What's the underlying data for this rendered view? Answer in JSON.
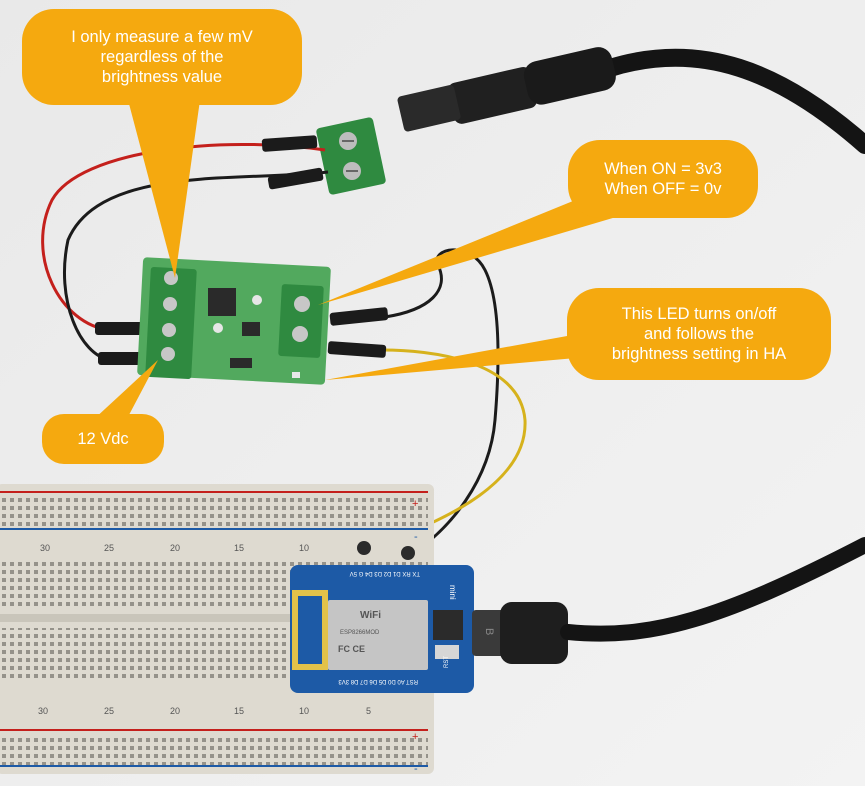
{
  "callouts": {
    "measure": "I only measure a few mV\nregardless of the\nbrightness value",
    "on_off": "When ON = 3v3\nWhen OFF = 0v",
    "led": "This LED turns on/off\nand follows the\nbrightness setting in HA",
    "vdc": "12 Vdc"
  },
  "board_labels": {
    "wifi": "WiFi",
    "esp": "ESP8266MOD",
    "fcc": "FC CE",
    "usb": "B",
    "rst": "RST",
    "mini": "mini",
    "pins_top": "TX RX D1 D2 D3 D4 G 5V",
    "pins_bottom": "RST A0 D0 D5 D6 D7 D8 3V3"
  },
  "breadboard": {
    "plus": "+",
    "minus": "-",
    "numbers": [
      "30",
      "25",
      "20",
      "15",
      "10",
      "5"
    ]
  },
  "colors": {
    "callout": "#f5a90f",
    "pcb_green": "#52a95e",
    "pcb_blue": "#1d5aa6",
    "terminal_green": "#2f8a40",
    "wire_red": "#c4201c",
    "wire_black": "#1b1b1b",
    "wire_yellow": "#d6b21c"
  }
}
